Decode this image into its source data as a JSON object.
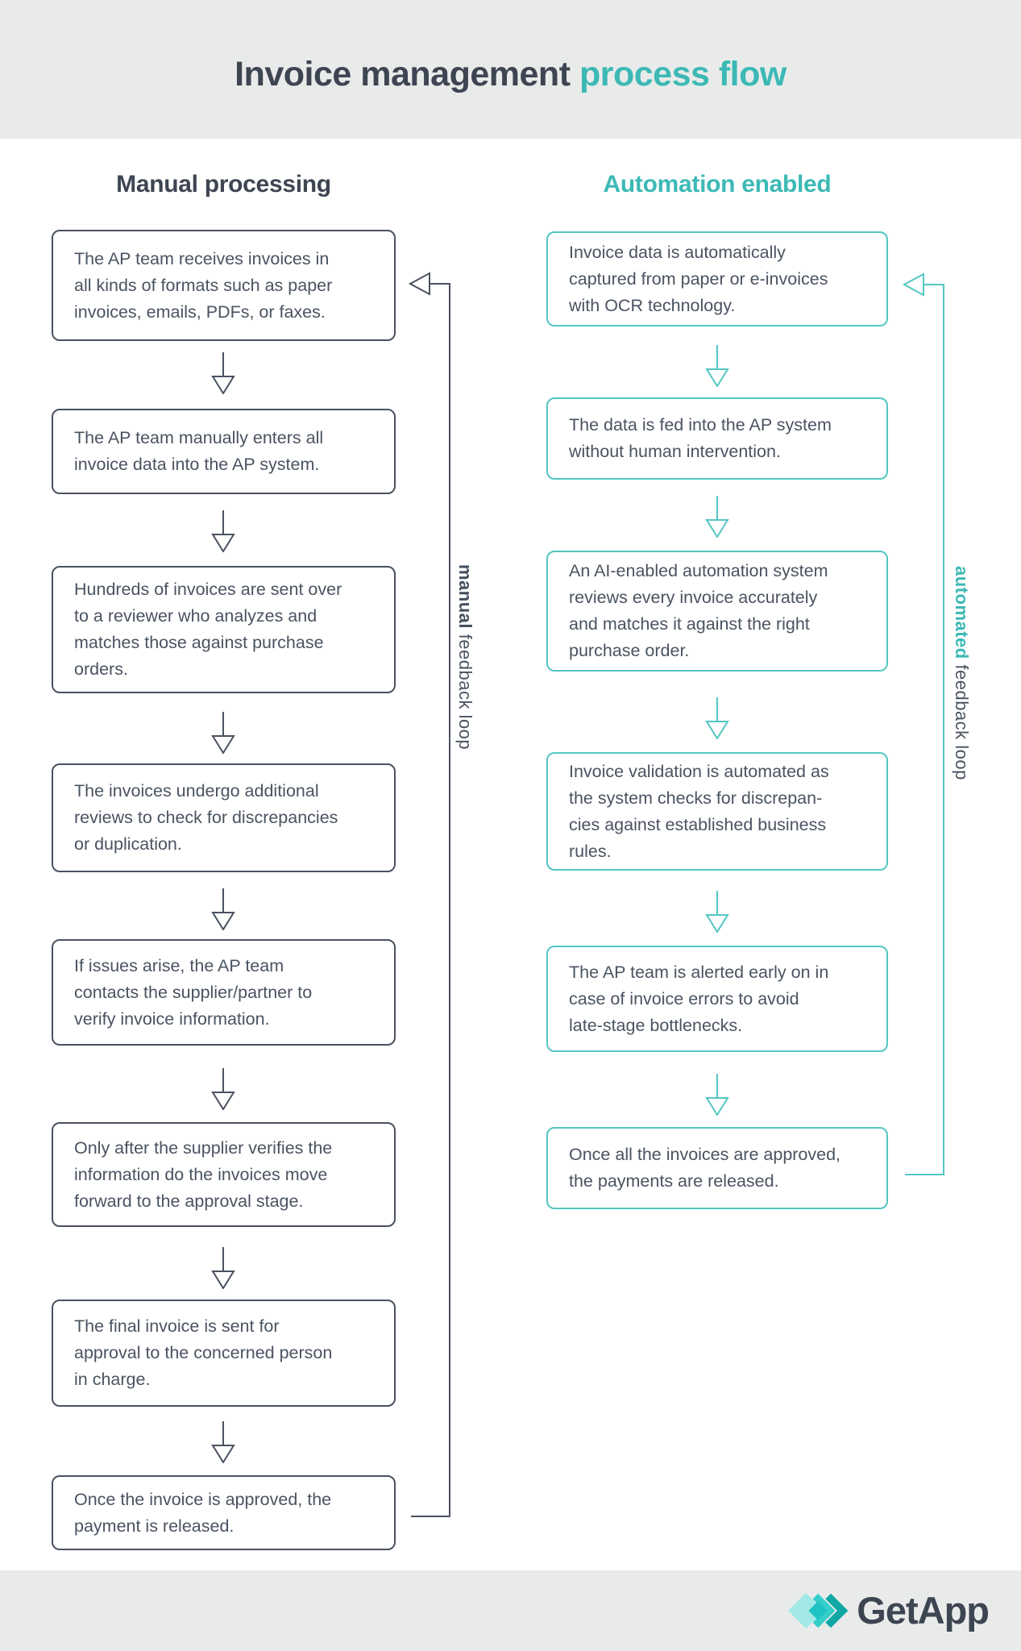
{
  "header": {
    "title_dark": "Invoice management",
    "title_accent": "process flow"
  },
  "manual": {
    "heading": "Manual processing",
    "steps": [
      [
        "The AP team receives invoices in",
        "all kinds of formats such as paper",
        "invoices, emails, PDFs, or faxes."
      ],
      [
        "The AP team manually enters all",
        "invoice data into the AP system."
      ],
      [
        "Hundreds of invoices are sent over",
        "to a reviewer who analyzes and",
        "matches those against purchase",
        "orders."
      ],
      [
        "The invoices undergo additional",
        "reviews to check for discrepancies",
        "or duplication."
      ],
      [
        "If issues arise, the AP team",
        "contacts the supplier/partner to",
        "verify invoice information."
      ],
      [
        "Only after the supplier verifies the",
        "information do the invoices move",
        "forward to the approval stage."
      ],
      [
        "The final invoice is sent for",
        "approval to the concerned person",
        "in charge."
      ],
      [
        "Once the invoice is approved, the",
        "payment is released."
      ]
    ],
    "loop_bold": "manual",
    "loop_rest": "feedback loop"
  },
  "automated": {
    "heading": "Automation enabled",
    "steps": [
      [
        "Invoice data is automatically",
        "captured from paper or e-invoices",
        "with OCR technology."
      ],
      [
        "The data is fed into the AP system",
        "without human intervention."
      ],
      [
        "An AI-enabled automation system",
        "reviews every invoice accurately",
        "and matches it against the right",
        "purchase order."
      ],
      [
        "Invoice validation is automated as",
        "the system checks for discrepan-",
        "cies against established business",
        "rules."
      ],
      [
        "The AP team is alerted early on in",
        "case of invoice errors to avoid",
        "late-stage bottlenecks."
      ],
      [
        "Once all the invoices are approved,",
        "the payments are released."
      ]
    ],
    "loop_bold": "automated",
    "loop_rest": "feedback loop"
  },
  "footer": {
    "brand": "GetApp"
  },
  "colors": {
    "accent_teal": "#3cb9b5",
    "teal_line": "#55c6c2",
    "dark_slate": "#4a5260",
    "text_slate": "#4a5361",
    "band_gray": "#e9ebea"
  }
}
